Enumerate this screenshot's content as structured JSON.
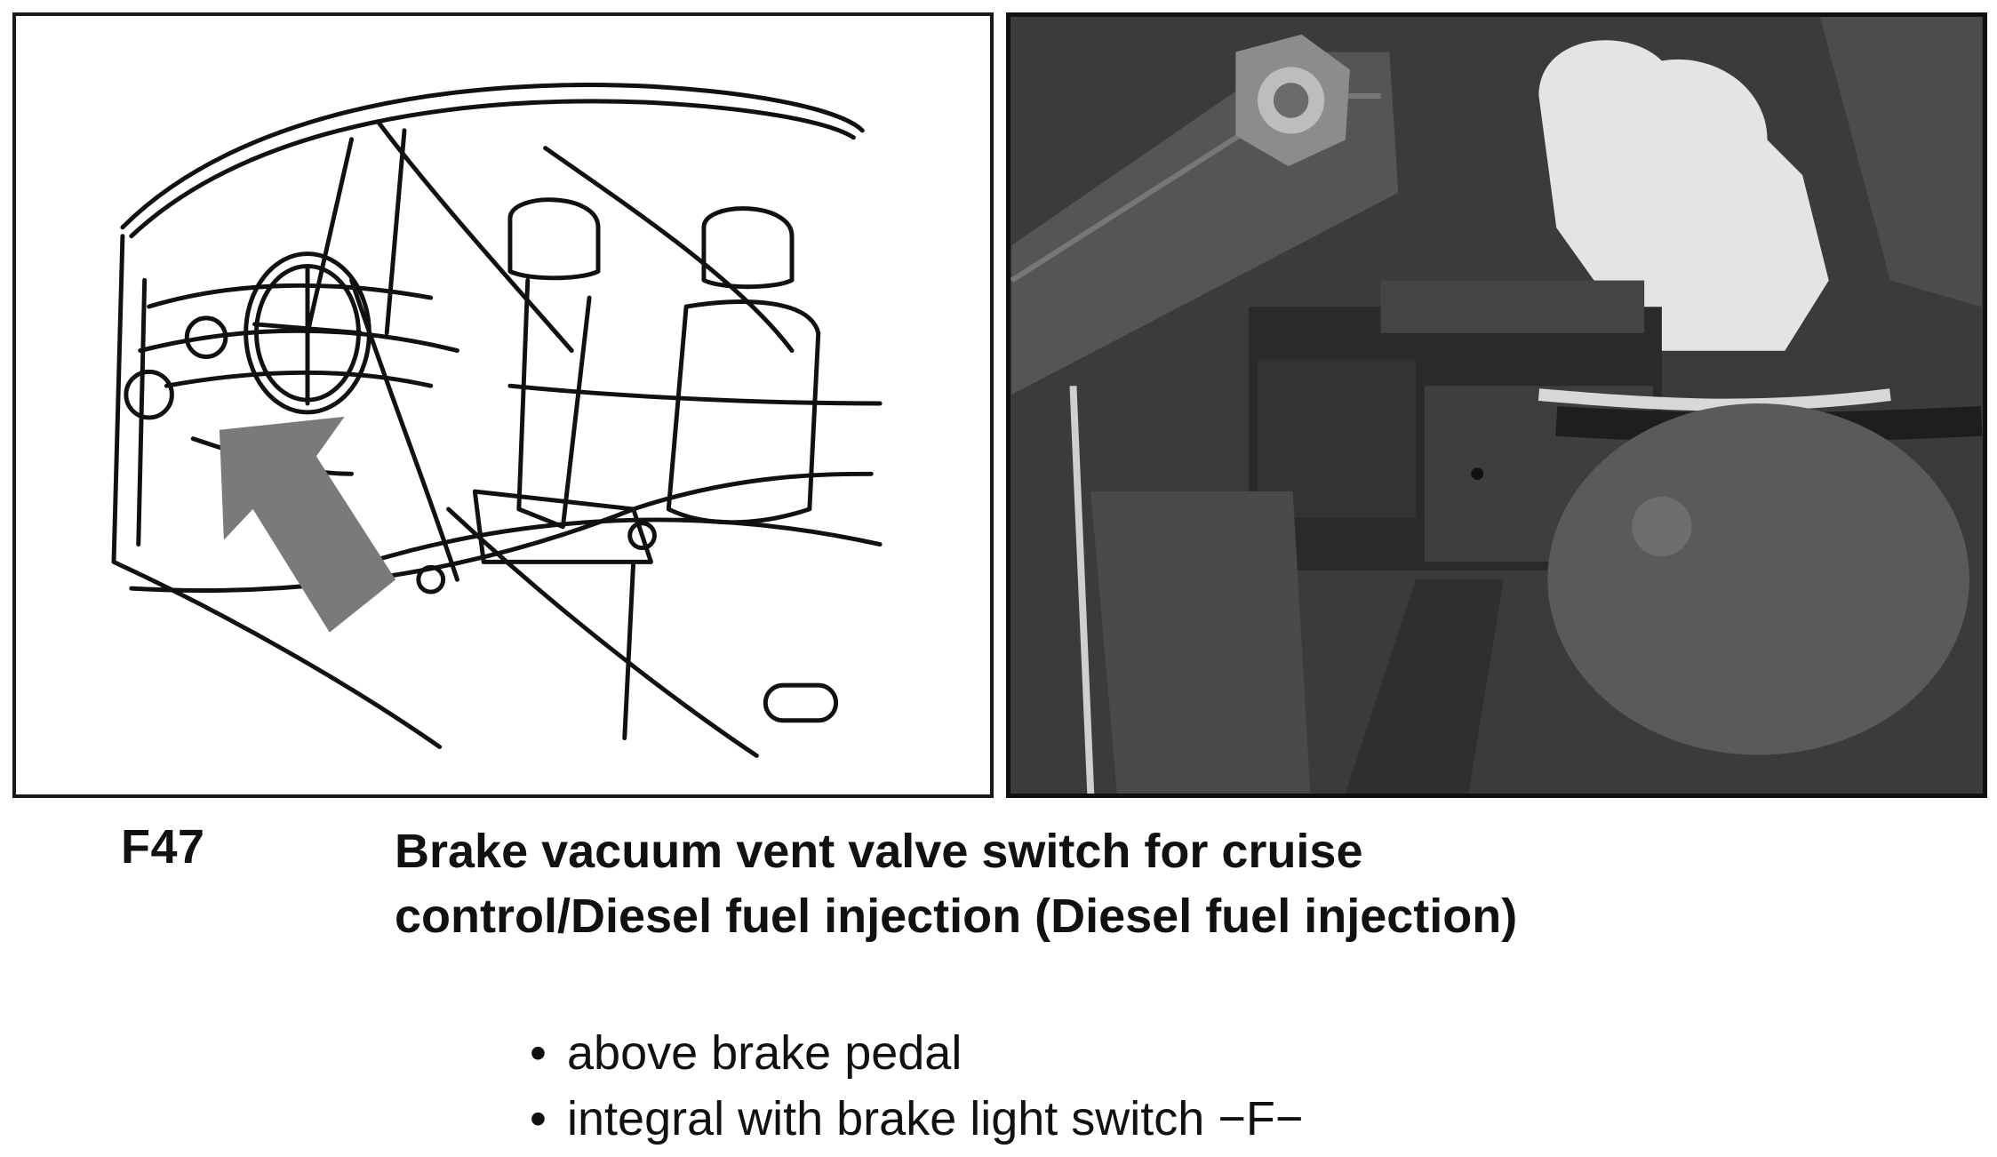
{
  "component": {
    "code": "F47",
    "title_line1": "Brake vacuum vent valve switch for cruise",
    "title_line2": "control/Diesel fuel injection (Diesel fuel injection)"
  },
  "locations": [
    {
      "bullet": "•",
      "text": "above brake pedal"
    },
    {
      "bullet": "•",
      "text": "integral with brake light switch −F−"
    }
  ],
  "colors": {
    "text": "#111111",
    "arrow": "#7a7a7a",
    "photo_background": "#3b3b3b"
  },
  "figures": {
    "left": "line-drawing-car-interior-with-arrow",
    "right": "photo-brake-light-switch-connector"
  }
}
